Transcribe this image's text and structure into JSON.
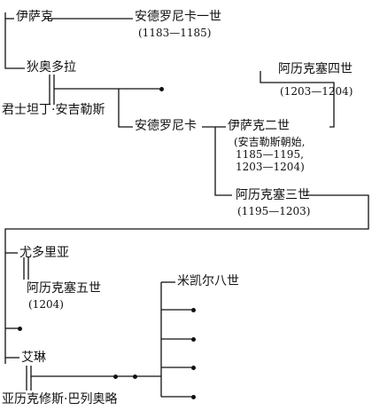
{
  "persons": {
    "isaac": "伊萨克",
    "andronikos1": "安德罗尼卡一世",
    "andronikos1_reign": "(1183—1185)",
    "theodora": "狄奥多拉",
    "constantine": "君士坦丁·安吉勒斯",
    "andronikos": "安德罗尼卡",
    "isaac2": "伊萨克二世",
    "isaac2_note1": "(安吉勒斯朝始,",
    "isaac2_note2": "1185—1195,",
    "isaac2_note3": "1203—1204)",
    "alexios4": "阿历克塞四世",
    "alexios4_reign": "(1203—1204)",
    "alexios3": "阿历克塞三世",
    "alexios3_reign": "(1195—1203)",
    "eudokia": "尤多里亚",
    "alexios5": "阿历克塞五世",
    "alexios5_reign": "(1204)",
    "irene": "艾琳",
    "alexios_branas": "亚历克修斯·巴列奥略",
    "michael8": "米凯尔八世"
  }
}
